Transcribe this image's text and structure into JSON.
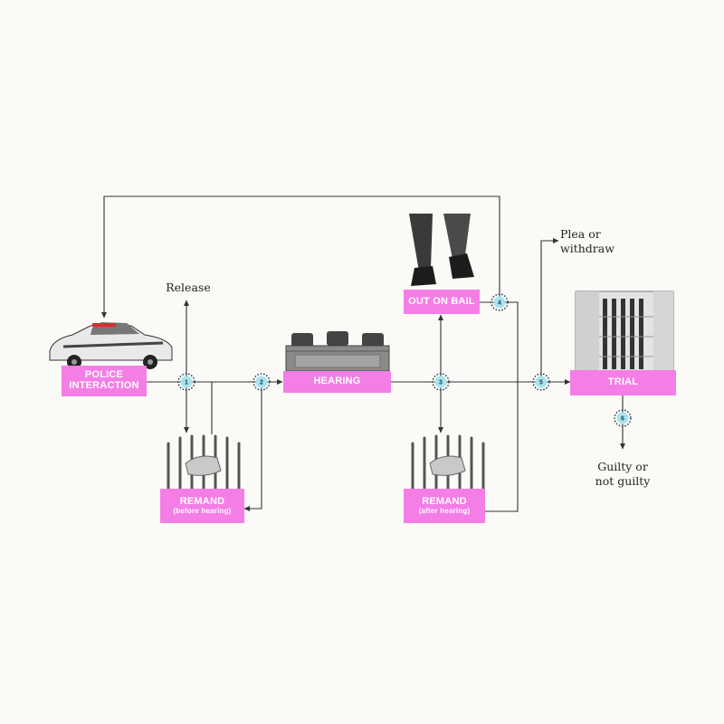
{
  "nodes": {
    "police": {
      "line1": "POLICE",
      "line2": "INTERACTION"
    },
    "remand_before": {
      "title": "REMAND",
      "subtitle": "(before hearing)"
    },
    "hearing": {
      "title": "HEARING"
    },
    "out_on_bail": {
      "title": "OUT ON BAIL"
    },
    "remand_after": {
      "title": "REMAND",
      "subtitle": "(after hearing)"
    },
    "trial": {
      "title": "TRIAL"
    }
  },
  "outcomes": {
    "release": "Release",
    "plea_line1": "Plea or",
    "plea_line2": "withdraw",
    "guilty_line1": "Guilty or",
    "guilty_line2": "not guilty"
  },
  "steps": [
    "1",
    "2",
    "3",
    "4",
    "5",
    "6"
  ],
  "colors": {
    "label_pink": "#f57ee6",
    "step_fill": "#a8e4ef",
    "line": "#333333",
    "background": "#fbfaf7"
  },
  "icons": [
    "police-car-icon",
    "jail-bars-icon",
    "courtroom-bench-icon",
    "walking-legs-icon",
    "courthouse-building-icon"
  ]
}
